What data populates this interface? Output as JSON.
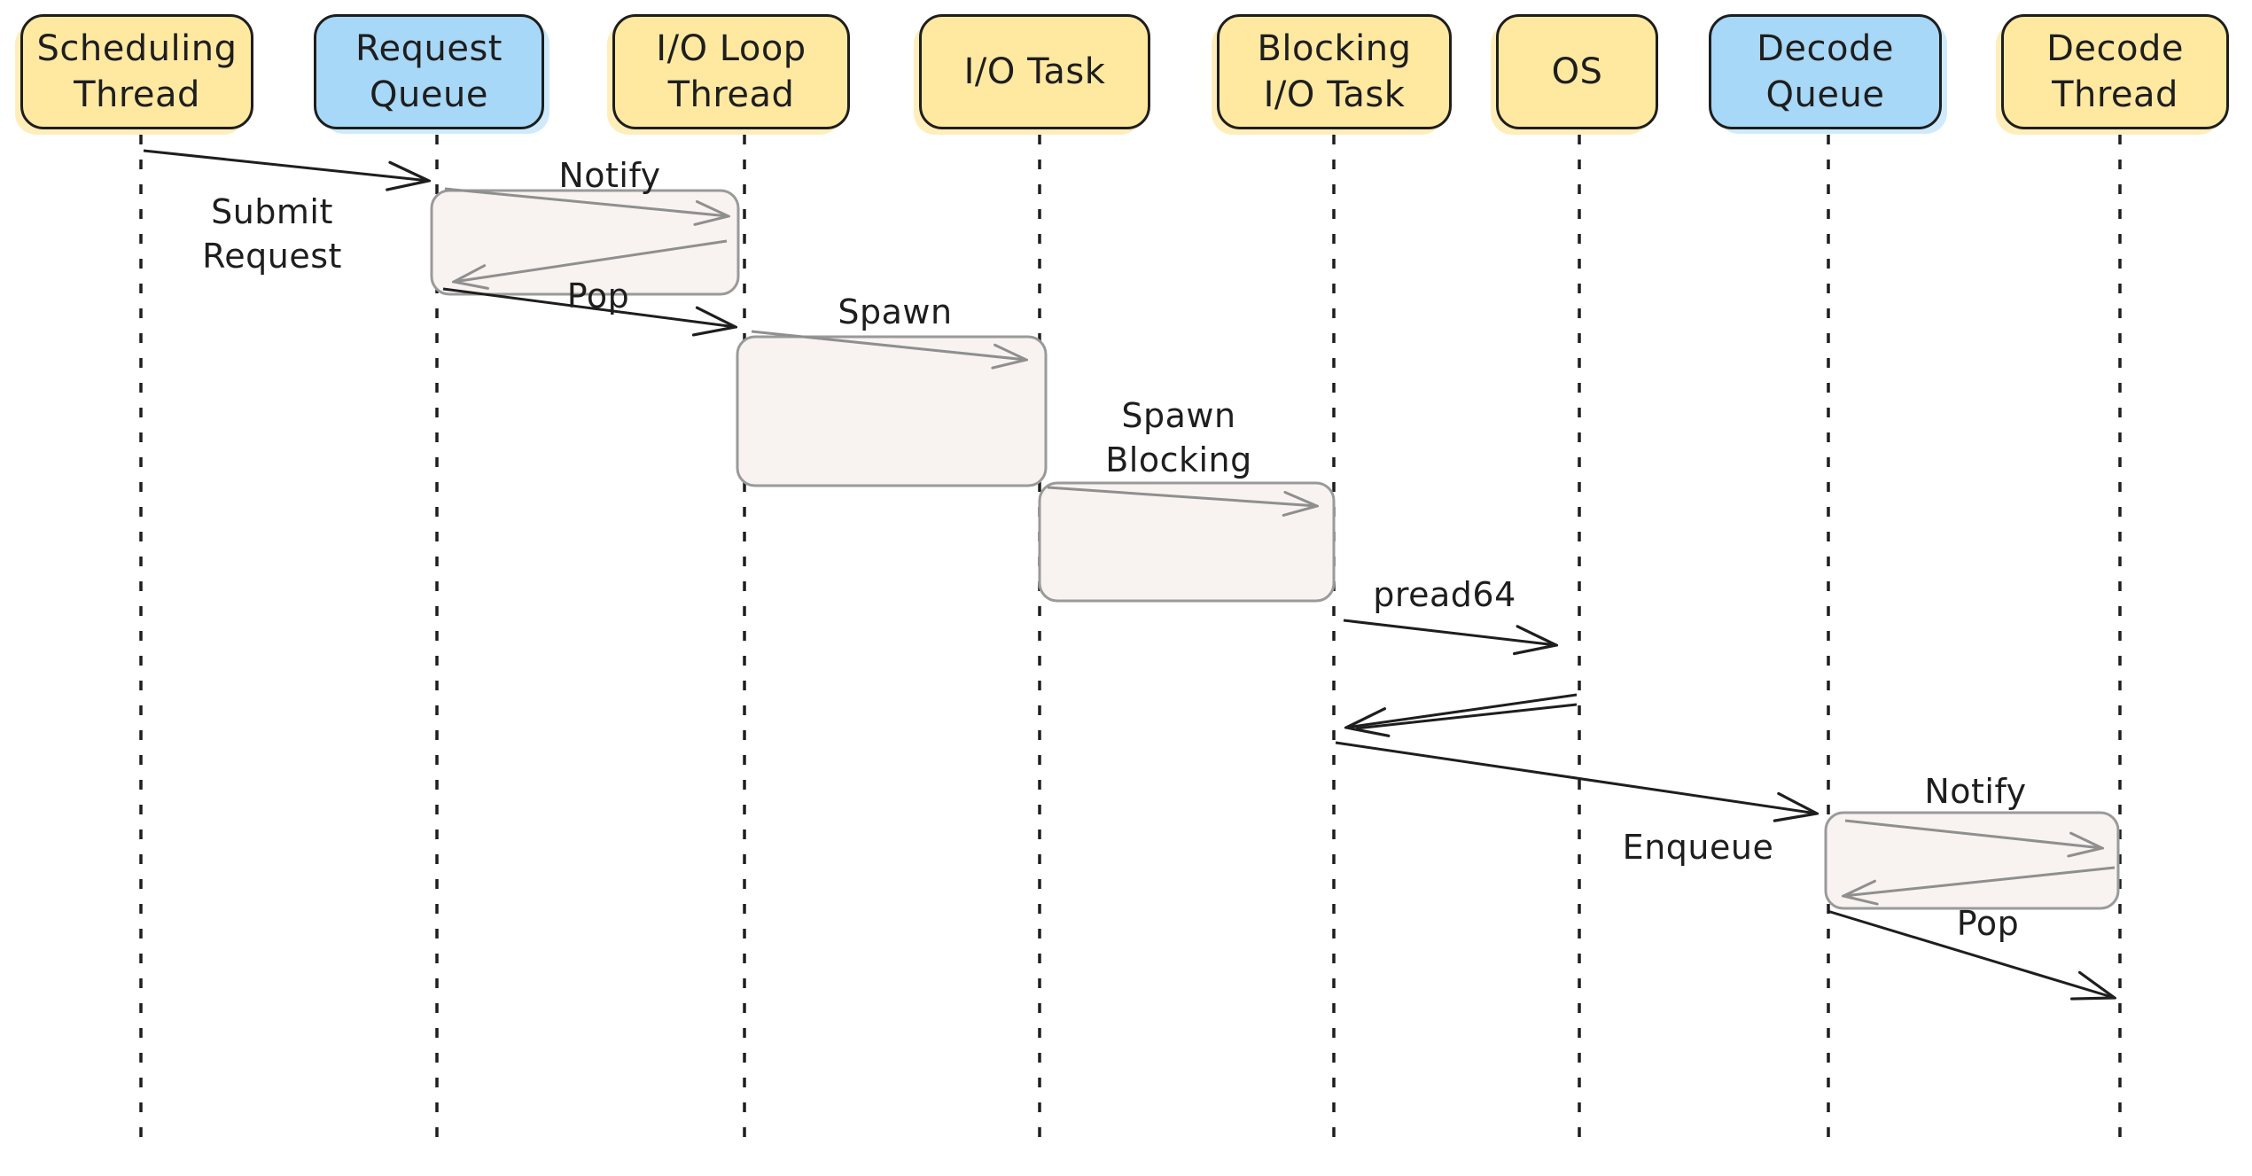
{
  "diagram": {
    "type": "sequence-diagram",
    "actors": [
      {
        "id": "scheduling-thread",
        "line1": "Scheduling",
        "line2": "Thread",
        "color": "yellow"
      },
      {
        "id": "request-queue",
        "line1": "Request",
        "line2": "Queue",
        "color": "blue"
      },
      {
        "id": "io-loop-thread",
        "line1": "I/O Loop",
        "line2": "Thread",
        "color": "yellow"
      },
      {
        "id": "io-task",
        "line1": "I/O Task",
        "line2": "",
        "color": "yellow"
      },
      {
        "id": "blocking-io-task",
        "line1": "Blocking",
        "line2": "I/O Task",
        "color": "yellow"
      },
      {
        "id": "os",
        "line1": "OS",
        "line2": "",
        "color": "yellow"
      },
      {
        "id": "decode-queue",
        "line1": "Decode",
        "line2": "Queue",
        "color": "blue"
      },
      {
        "id": "decode-thread",
        "line1": "Decode",
        "line2": "Thread",
        "color": "yellow"
      }
    ],
    "messages": {
      "submit_request": {
        "line1": "Submit",
        "line2": "Request"
      },
      "notify_request": {
        "label": "Notify"
      },
      "pop_request": {
        "label": "Pop"
      },
      "spawn": {
        "label": "Spawn"
      },
      "spawn_blocking": {
        "line1": "Spawn",
        "line2": "Blocking"
      },
      "pread64": {
        "label": "pread64"
      },
      "enqueue": {
        "label": "Enqueue"
      },
      "notify_decode": {
        "label": "Notify"
      },
      "pop_decode": {
        "label": "Pop"
      }
    }
  },
  "colors": {
    "stroke": "#1e1e1e",
    "actor_yellow": "#ffe9a1",
    "actor_blue": "#a8d8f7",
    "activation_fill": "#f8f3f1",
    "activation_stroke": "#9a9a9a",
    "gray_arrow": "#8f8f8f",
    "canvas_bg": "#ffffff"
  }
}
